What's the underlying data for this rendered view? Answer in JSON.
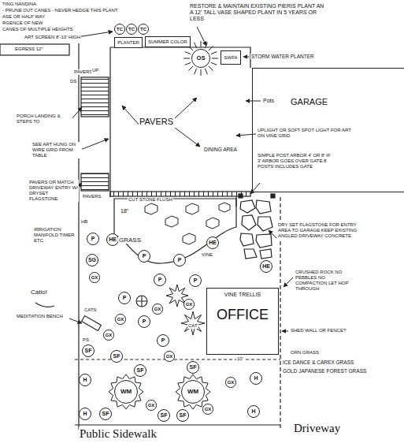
{
  "diagram": {
    "nodes": [
      {
        "text": [
          "TC"
        ]
      },
      {
        "text": [
          "TC"
        ]
      },
      {
        "text": [
          "TC"
        ]
      },
      {
        "text": [
          "PLANTER"
        ]
      },
      {
        "text": [
          "SUMMER COLOR"
        ]
      },
      {
        "text": [
          "OS"
        ]
      },
      {
        "text": [
          "SWFA"
        ]
      },
      {
        "text": [
          "GARAGE"
        ]
      },
      {
        "text": [
          "VINE TRELLIS",
          "OFFICE"
        ]
      },
      {
        "text": [
          "P"
        ]
      },
      {
        "text": [
          "HE"
        ]
      },
      {
        "text": [
          "SG"
        ]
      },
      {
        "text": [
          "GX"
        ]
      },
      {
        "text": [
          "P"
        ]
      },
      {
        "text": [
          "P"
        ]
      },
      {
        "text": [
          "HE"
        ]
      },
      {
        "text": [
          "P"
        ]
      },
      {
        "text": [
          "HE"
        ]
      },
      {
        "text": [
          "P"
        ]
      },
      {
        "text": [
          "P"
        ]
      },
      {
        "text": [
          "GX"
        ]
      },
      {
        "text": [
          "P"
        ]
      },
      {
        "text": [
          "GX"
        ]
      },
      {
        "text": [
          "GX"
        ]
      },
      {
        "text": [
          "GX"
        ]
      },
      {
        "text": [
          "P"
        ]
      },
      {
        "text": [
          "SF"
        ]
      },
      {
        "text": [
          "SF"
        ]
      },
      {
        "text": [
          "SF"
        ]
      },
      {
        "text": [
          "GX"
        ]
      },
      {
        "text": [
          "SF"
        ]
      },
      {
        "text": [
          "GX"
        ]
      },
      {
        "text": [
          "H"
        ]
      },
      {
        "text": [
          "WM"
        ]
      },
      {
        "text": [
          "WM"
        ]
      },
      {
        "text": [
          "H"
        ]
      },
      {
        "text": [
          "GX"
        ]
      },
      {
        "text": [
          "H"
        ]
      },
      {
        "text": [
          "SF"
        ]
      },
      {
        "text": [
          "SF"
        ]
      },
      {
        "text": [
          "SF"
        ]
      },
      {
        "text": [
          "GX"
        ]
      },
      {
        "text": [
          "H"
        ]
      }
    ],
    "labels": [
      "TING NANDINA",
      "- PRUNE OUT CANES - NEVER HEDGE THIS PLANT.",
      "ASE OR HALF WAY",
      "RGENCE OF NEW",
      "CANES OF MULTIPLE HEIGHTS",
      "ART SCREEN 8'-10' HIGH",
      "EGRESS 12\"",
      "RESTORE & MAINTAIN EXISTING PIERIS PLANT AN A 12' TALL VASE SHAPED PLANT IN 5 YEARS OR LESS",
      "STORM WATER PLANTER",
      "PAVERS",
      "UP",
      "DS",
      "Pots",
      "PAVERS",
      "PORCH LANDING & STEPS TO",
      "DINING AREA",
      "UPLIGHT OR SOFT SPOT LIGHT FOR ART ON VINE GRID",
      "SEE ART HUNG ON WIRE GRID FROM TABLE",
      "SIMPLE POST ARBOR 4' OR 8' IF 3' ARBOR GOES OVER GATE 8 POSTS INCLUDES GATE",
      "CUT STONE FLUSH",
      "PAVERS OR MATCH DRIVEWAY ENTRY W/ DRYSET FLAGSTONE",
      "PAVERS",
      "18\"",
      "GRASS",
      "HB",
      "IRRIGATION MANIFOLD TIMER ETC.",
      "DRY SET FLAGSTONE FOR ENTRY AREA TO GARAGE KEEP EXISTING ANGLED DRIVEWAY CONCRETE",
      "VINE",
      "CRUSHED ROCK NO PEBBLES NO COMPACTION LET HOP THROUGH",
      "Catio!",
      "CATS",
      "MEDITATION BENCH",
      "CAT",
      "PS",
      "SHED WALL OR FENCE?",
      "10'",
      "ORN GRASS",
      "ICE DANCE & CAREX GRASS",
      "GOLD JAPANESE FOREST GRASS",
      "Public Sidewalk",
      "Driveway"
    ]
  }
}
